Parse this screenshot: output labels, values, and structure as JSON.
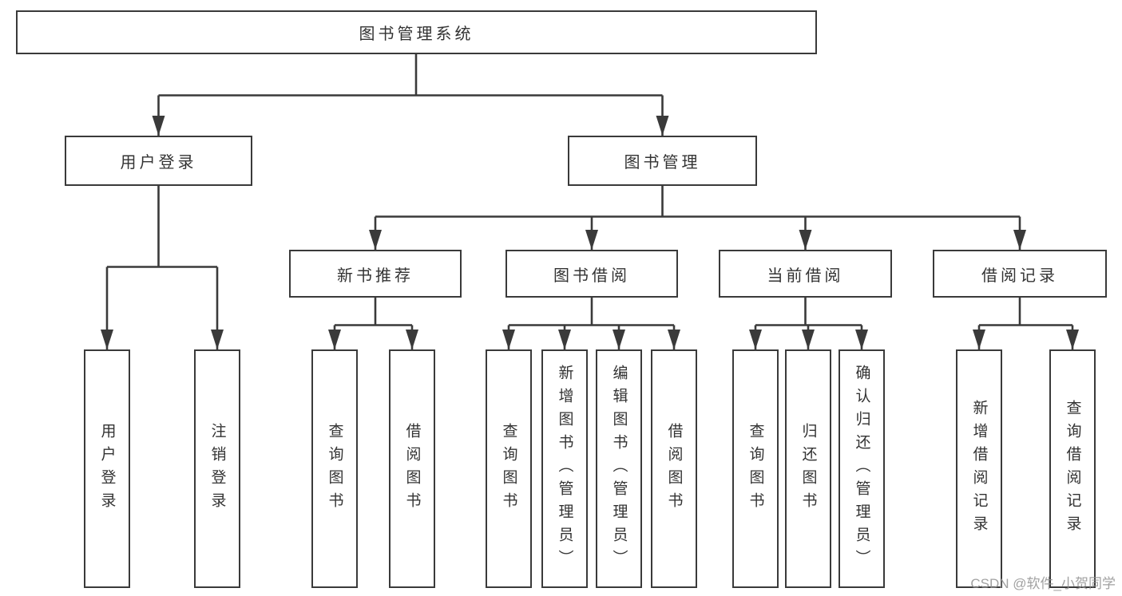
{
  "colors": {
    "line": "#3a3a3a",
    "box_border": "#3a3a3a",
    "text": "#333333",
    "background": "#ffffff",
    "watermark": "#919191"
  },
  "watermark": "CSDN @软件_小贺同学",
  "tree": {
    "root": "图书管理系统",
    "branches": [
      {
        "label": "用户登录",
        "children": [
          "用户登录",
          "注销登录"
        ]
      },
      {
        "label": "图书管理",
        "groups": [
          {
            "label": "新书推荐",
            "children": [
              "查询图书",
              "借阅图书"
            ]
          },
          {
            "label": "图书借阅",
            "children": [
              "查询图书",
              "新增图书（管理员）",
              "编辑图书（管理员）",
              "借阅图书"
            ]
          },
          {
            "label": "当前借阅",
            "children": [
              "查询图书",
              "归还图书",
              "确认归还（管理员）"
            ]
          },
          {
            "label": "借阅记录",
            "children": [
              "新增借阅记录",
              "查询借阅记录"
            ]
          }
        ]
      }
    ]
  }
}
